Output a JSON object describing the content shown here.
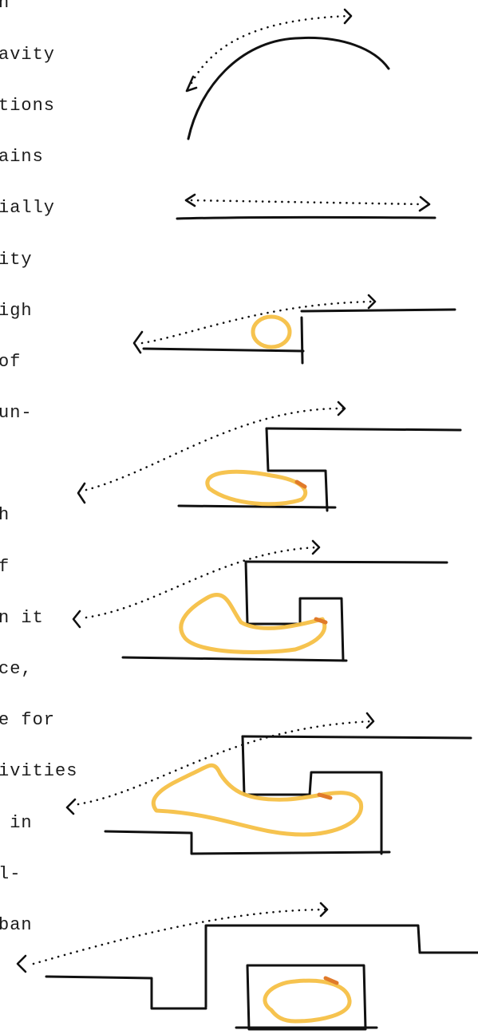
{
  "text_lines": [
    "n",
    "avity",
    "tions",
    "ains",
    "ially",
    "ity",
    "igh",
    "of",
    "un-",
    "",
    "h",
    "f",
    "n it",
    "ce,",
    "e for",
    "ivities",
    " in",
    "l-",
    "ban"
  ],
  "colors": {
    "ink": "#111111",
    "highlight": "#f5c046",
    "highlight_accent": "#e07a2a"
  }
}
